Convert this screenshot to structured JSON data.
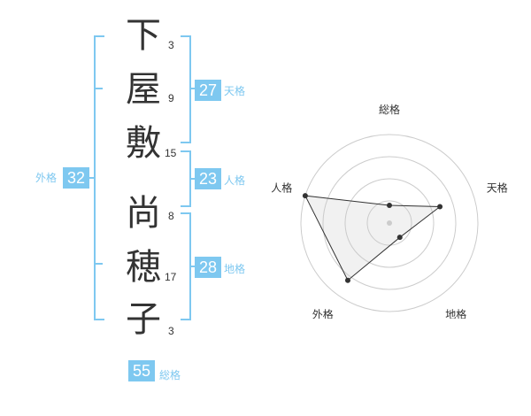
{
  "name": {
    "characters": [
      {
        "char": "下",
        "strokes": "3"
      },
      {
        "char": "屋",
        "strokes": "9"
      },
      {
        "char": "敷",
        "strokes": "15"
      },
      {
        "char": "尚",
        "strokes": "8"
      },
      {
        "char": "穂",
        "strokes": "17"
      },
      {
        "char": "子",
        "strokes": "3"
      }
    ]
  },
  "fortunes": {
    "tenkaku": {
      "value": "27",
      "label": "天格"
    },
    "jinkaku": {
      "value": "23",
      "label": "人格"
    },
    "chikaku": {
      "value": "28",
      "label": "地格"
    },
    "gaikaku": {
      "value": "32",
      "label": "外格"
    },
    "soukaku": {
      "value": "55",
      "label": "総格"
    }
  },
  "colors": {
    "accent": "#7ec8f0",
    "text": "#333333",
    "grid": "#cccccc"
  },
  "chart_data": {
    "type": "radar",
    "axes": [
      "総格",
      "天格",
      "地格",
      "外格",
      "人格"
    ],
    "values": [
      1,
      3,
      1,
      4,
      5
    ],
    "max": 5,
    "rings": 4
  }
}
